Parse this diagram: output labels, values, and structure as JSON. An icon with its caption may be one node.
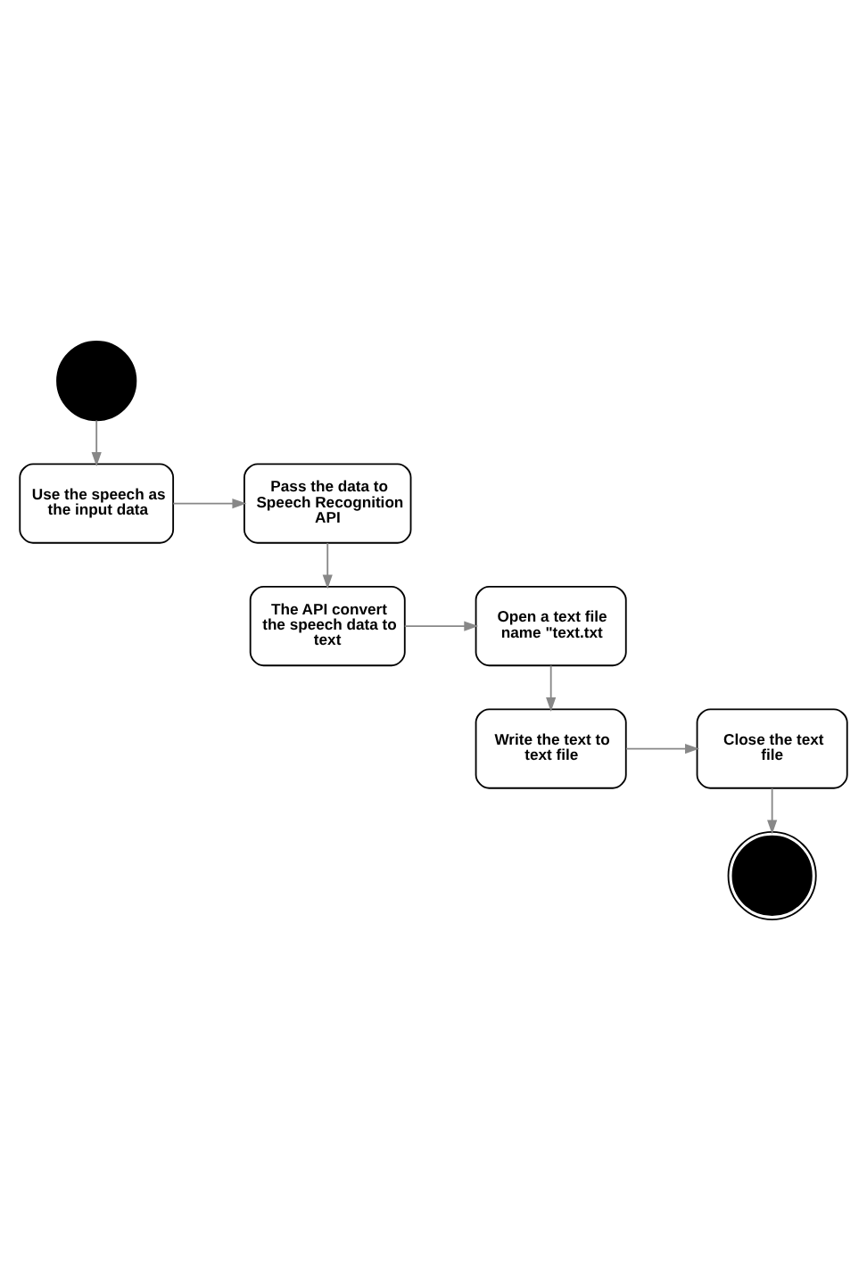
{
  "diagram": {
    "nodes": [
      {
        "text": [],
        "shape": "circle"
      },
      {
        "text": [
          "Use the speech as the input data"
        ]
      },
      {
        "text": [
          "Pass the data to Speech Recognition API"
        ]
      },
      {
        "text": [
          "The API convert the speech data to text"
        ]
      },
      {
        "text": [
          "Open a text file name \"text.txt"
        ]
      },
      {
        "text": [
          "Write the text to text file"
        ]
      },
      {
        "text": [
          "Close the text file"
        ]
      },
      {
        "text": [],
        "shape": "bullseye"
      }
    ],
    "edges": [
      {
        "from": 0,
        "to": 1,
        "arrow": "to"
      },
      {
        "from": 1,
        "to": 2,
        "arrow": "to"
      },
      {
        "from": 2,
        "to": 3,
        "arrow": "to"
      },
      {
        "from": 3,
        "to": 4,
        "arrow": "to"
      },
      {
        "from": 4,
        "to": 5,
        "arrow": "to"
      },
      {
        "from": 5,
        "to": 6,
        "arrow": "to"
      },
      {
        "from": 6,
        "to": 7,
        "arrow": "to"
      }
    ]
  }
}
